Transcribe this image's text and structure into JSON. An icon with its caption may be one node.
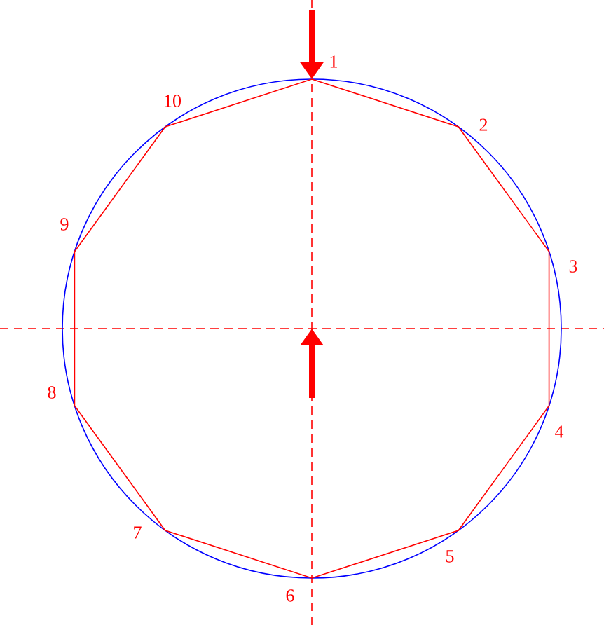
{
  "diagram": {
    "labels": [
      "1",
      "2",
      "3",
      "4",
      "5",
      "6",
      "7",
      "8",
      "9",
      "10"
    ]
  }
}
